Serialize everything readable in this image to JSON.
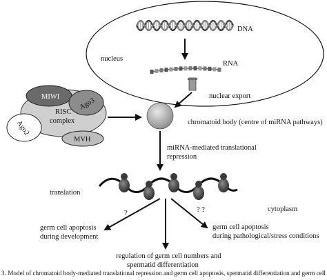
{
  "labels": {
    "dna": "DNA",
    "nucleus": "nucleus",
    "rna": "RNA",
    "nuclear_export": "nuclear export",
    "miwi": "MIWI",
    "ago3": "Ago3",
    "ago2": "Ago2",
    "risc_line1": "RISC",
    "risc_line2": "complex",
    "mvh": "MVH",
    "chromatoid_body": "chromatoid body (centre of miRNA pathways)",
    "mirna_line1": "miRNA-mediated translational",
    "mirna_line2": "repression",
    "translation": "translation",
    "cytoplasm": "cytoplasm",
    "q_single": "?",
    "q_double": "? ?",
    "apoptosis_dev_line1": "germ cell apoptosis",
    "apoptosis_dev_line2": "during development",
    "regulation_line1": "regulation of germ cell numbers and",
    "regulation_line2": "spermatid differentiation",
    "apoptosis_path_line1": "germ cell apoptosis",
    "apoptosis_path_line2": "during pathological/stress conditions",
    "caption": "3. Model of chromatoid body-mediated translational repression and germ cell apoptosis, spermatid differentiation and germ cell"
  },
  "colors": {
    "miwi": "#6a6a6a",
    "ago3": "#8c8c8c",
    "ago2": "#ffffff",
    "risc": "#cfcfcf",
    "mvh": "#bdbdbd",
    "chromatoid": "#b5b5b5",
    "ribosome": "#555555",
    "arrow": "#111111"
  }
}
